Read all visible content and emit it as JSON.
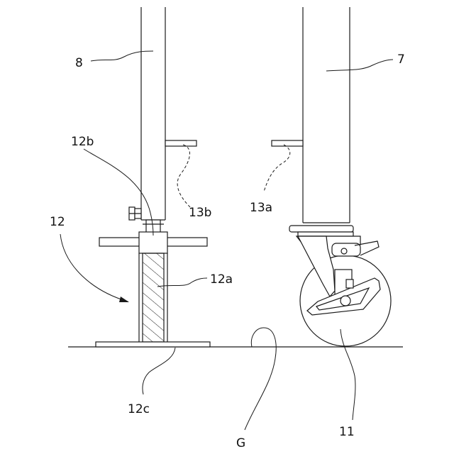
{
  "labels": {
    "pole_left": "8",
    "pole_right": "7",
    "jack_top": "12b",
    "bracket_left": "13b",
    "bracket_right": "13a",
    "jack": "12",
    "jack_screw": "12a",
    "jack_base": "12c",
    "ground": "G",
    "caster": "11"
  }
}
